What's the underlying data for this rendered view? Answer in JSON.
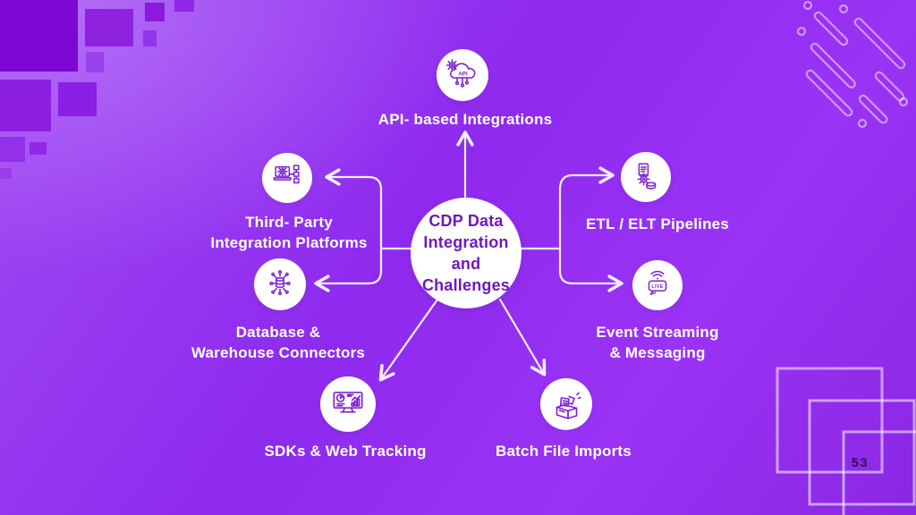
{
  "page_number": "53",
  "center": {
    "lines": [
      "CDP Data",
      "Integration",
      "and",
      "Challenges"
    ]
  },
  "nodes": [
    {
      "id": "api-based-integrations",
      "icon": "api-cloud-icon",
      "lines": [
        "API- based Integrations"
      ]
    },
    {
      "id": "third-party-integration-platforms",
      "icon": "laptop-gear-flow-icon",
      "lines": [
        "Third- Party",
        "Integration Platforms"
      ]
    },
    {
      "id": "etl-elt-pipelines",
      "icon": "document-gear-data-icon",
      "lines": [
        "ETL / ELT Pipelines"
      ]
    },
    {
      "id": "database-warehouse-connectors",
      "icon": "database-hub-icon",
      "lines": [
        "Database &",
        "Warehouse Connectors"
      ]
    },
    {
      "id": "event-streaming-messaging",
      "icon": "live-broadcast-icon",
      "lines": [
        "Event Streaming",
        "& Messaging"
      ]
    },
    {
      "id": "sdks-web-tracking",
      "icon": "analytics-monitor-icon",
      "lines": [
        "SDKs & Web Tracking"
      ]
    },
    {
      "id": "batch-file-imports",
      "icon": "file-box-icon",
      "lines": [
        "Batch File Imports"
      ]
    }
  ],
  "colors": {
    "background_violet": "#8E2AEE",
    "background_light": "#A04BF2",
    "node_circle": "#FFFFFF",
    "icon_stroke": "#7E22CE",
    "center_text": "#7018BC",
    "label_text": "#FFFFFF",
    "connector": "#F4EEFD",
    "decor_outline": "#D9C4F7",
    "pixel_square_dark": "#7D07D4",
    "pixel_square_mid": "#8A1CDC",
    "page_number_text": "#221A38"
  }
}
